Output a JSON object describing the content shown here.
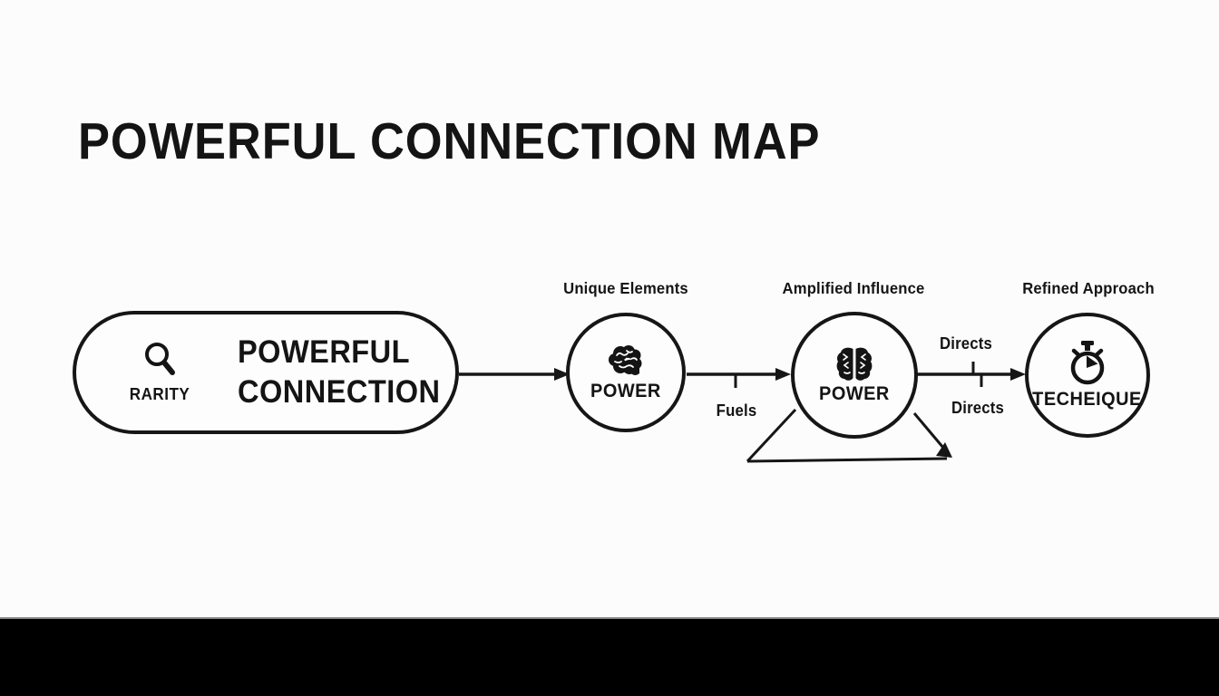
{
  "title": "POWERFUL CONNECTION MAP",
  "start_node": {
    "icon": "search-icon",
    "tag": "RARITY",
    "title_line1": "POWERFUL",
    "title_line2": "CONNECTION"
  },
  "nodes": [
    {
      "caption": "Unique Elements",
      "label": "POWER",
      "icon": "brain-side-icon"
    },
    {
      "caption": "Amplified Influence",
      "label": "POWER",
      "icon": "brain-top-icon"
    },
    {
      "caption": "Refined Approach",
      "label": "TECHEIQUE",
      "icon": "stopwatch-icon"
    }
  ],
  "edges": {
    "fuels": "Fuels",
    "directs_top": "Directs",
    "directs_bottom": "Directs"
  },
  "colors": {
    "ink": "#141414",
    "stroke": "#161616",
    "background": "#fcfcfd",
    "footer": "#000000"
  }
}
